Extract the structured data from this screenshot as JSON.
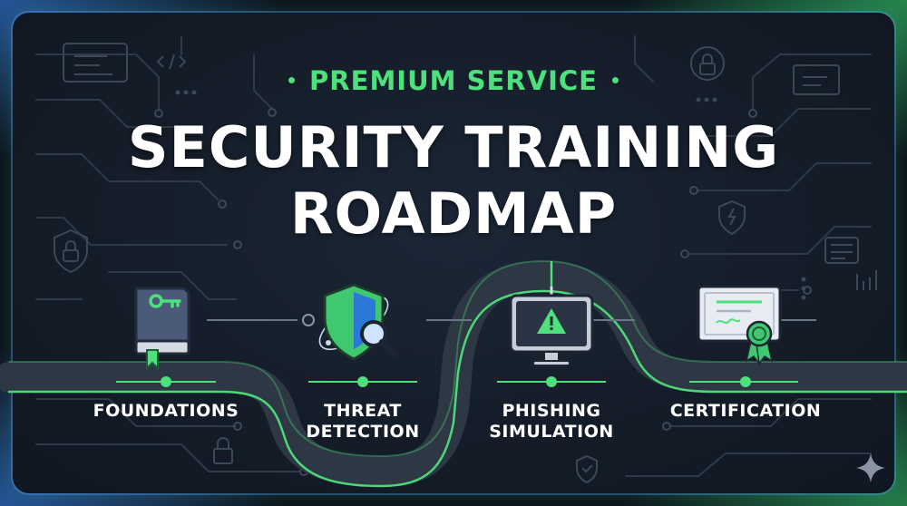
{
  "header": {
    "eyebrow": "PREMIUM SERVICE",
    "title_line1": "SECURITY TRAINING",
    "title_line2": "ROADMAP"
  },
  "steps": [
    {
      "label": "FOUNDATIONS",
      "icon": "key-book-icon"
    },
    {
      "label_line1": "THREAT",
      "label_line2": "DETECTION",
      "icon": "shield-magnifier-icon"
    },
    {
      "label_line1": "PHISHING",
      "label_line2": "SIMULATION",
      "icon": "phishing-monitor-icon"
    },
    {
      "label": "CERTIFICATION",
      "icon": "certificate-icon"
    }
  ],
  "colors": {
    "accent_green": "#4ee07c",
    "accent_blue": "#3c8cff",
    "background": "#141c28",
    "road": "#3a4350"
  }
}
